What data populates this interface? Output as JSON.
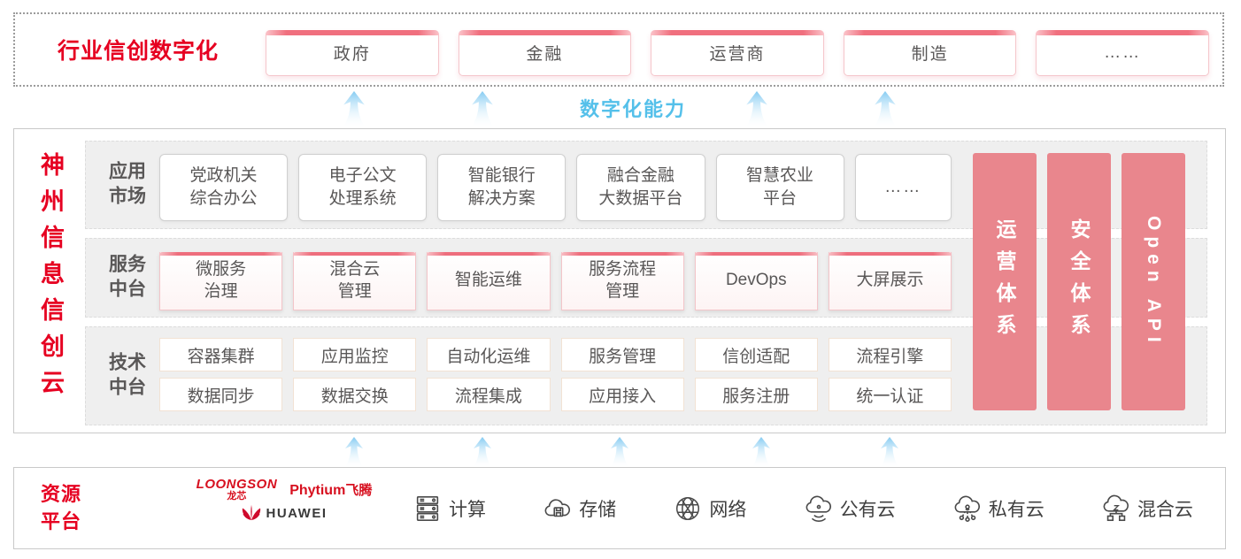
{
  "colors": {
    "brand_red": "#e60021",
    "pillar_pink": "#e9868d",
    "capability_blue": "#54c0ea",
    "box_text_gray": "#595757"
  },
  "top": {
    "title": "行业信创数字化",
    "industries": [
      "政府",
      "金融",
      "运营商",
      "制造",
      "……"
    ]
  },
  "capability_label": "数字化能力",
  "platform": {
    "vertical_title": "神州信息信创云",
    "rows": {
      "app_market": {
        "label": "应用\n市场",
        "items": [
          "党政机关\n综合办公",
          "电子公文\n处理系统",
          "智能银行\n解决方案",
          "融合金融\n大数据平台",
          "智慧农业\n平台",
          "……"
        ]
      },
      "service": {
        "label": "服务\n中台",
        "items": [
          "微服务\n治理",
          "混合云\n管理",
          "智能运维",
          "服务流程\n管理",
          "DevOps",
          "大屏展示"
        ]
      },
      "tech": {
        "label": "技术\n中台",
        "items_row1": [
          "容器集群",
          "应用监控",
          "自动化运维",
          "服务管理",
          "信创适配",
          "流程引擎"
        ],
        "items_row2": [
          "数据同步",
          "数据交换",
          "流程集成",
          "应用接入",
          "服务注册",
          "统一认证"
        ]
      }
    },
    "pillars": [
      "运营体系",
      "安全体系",
      "Open API"
    ]
  },
  "resources": {
    "label": "资源\n平台",
    "vendors": {
      "loongson": "LOONGSON",
      "loongson_cn": "龙芯",
      "phytium": "Phytium",
      "phytium_cn": "飞腾",
      "huawei": "HUAWEI"
    },
    "items": [
      {
        "icon": "server-icon",
        "label": "计算"
      },
      {
        "icon": "storage-icon",
        "label": "存储"
      },
      {
        "icon": "network-icon",
        "label": "网络"
      },
      {
        "icon": "public-cloud-icon",
        "label": "公有云"
      },
      {
        "icon": "private-cloud-icon",
        "label": "私有云"
      },
      {
        "icon": "hybrid-cloud-icon",
        "label": "混合云"
      }
    ]
  }
}
